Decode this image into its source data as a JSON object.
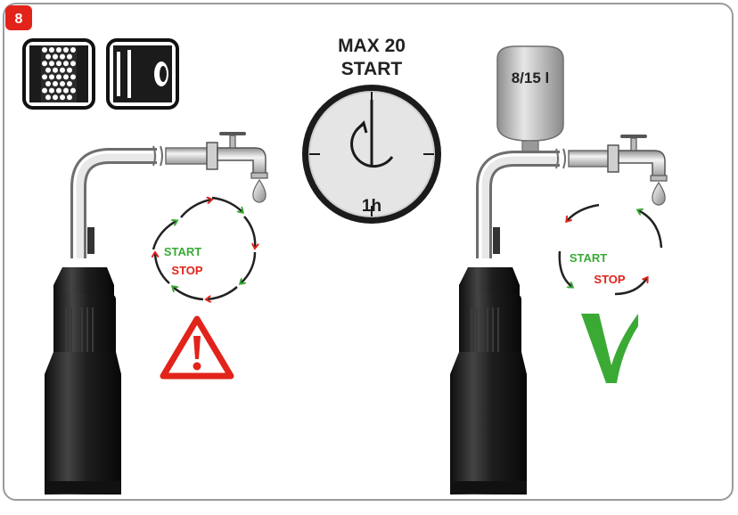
{
  "step_number": "8",
  "timer": {
    "line1": "MAX 20",
    "line2": "START",
    "duration_label": "1h"
  },
  "tank": {
    "volume_label": "8/15 l"
  },
  "left_cycle": {
    "start_label": "START",
    "stop_label": "STOP"
  },
  "right_cycle": {
    "start_label": "START",
    "stop_label": "STOP"
  },
  "icons": {
    "warning": "warning-triangle-icon",
    "ok": "check-mark-icon",
    "filter_mesh": "filter-mesh-icon",
    "filter_sleeve": "filter-sleeve-icon"
  },
  "colors": {
    "start_green": "#3aaa35",
    "stop_red": "#e2231a",
    "badge_red": "#e2231a",
    "pump_black": "#1b1b1b"
  }
}
